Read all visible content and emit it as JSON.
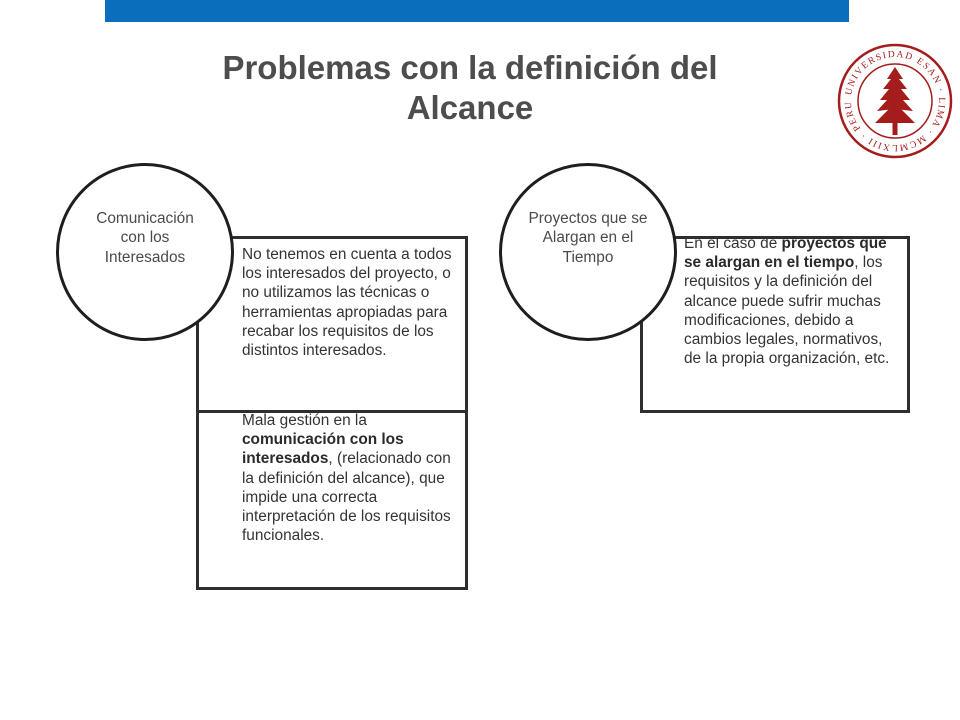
{
  "slide": {
    "title_line1": "Problemas con la definición del",
    "title_line2": "Alcance",
    "colors": {
      "top_bar": "#0a6ebd",
      "logo": "#a51c1c",
      "title": "#4d4d4d"
    }
  },
  "logo": {
    "icon": "university-seal-tree-icon",
    "ring_text": "UNIVERSIDAD ESAN · LIMA · MCMLXIII · PERU"
  },
  "left": {
    "circle_label": "Comunicación con los Interesados",
    "box1": "No tenemos en cuenta a todos los interesados del proyecto, o no utilizamos las técnicas o herramientas apropiadas para recabar los requisitos de los distintos interesados.",
    "box2": {
      "pre": "Mala gestión en la ",
      "bold": "comunicación con los interesados",
      "post": ", (relacionado con la definición del alcance), que impide una correcta interpretación de los requisitos funcionales."
    }
  },
  "right": {
    "circle_label": "Proyectos que se Alargan en el Tiempo",
    "box": {
      "pre": "En el caso de ",
      "bold": "proyectos que se alargan en el tiempo",
      "post": ", los requisitos y la definición del alcance puede sufrir muchas modificaciones, debido a cambios legales, normativos, de la propia organización, etc."
    }
  }
}
